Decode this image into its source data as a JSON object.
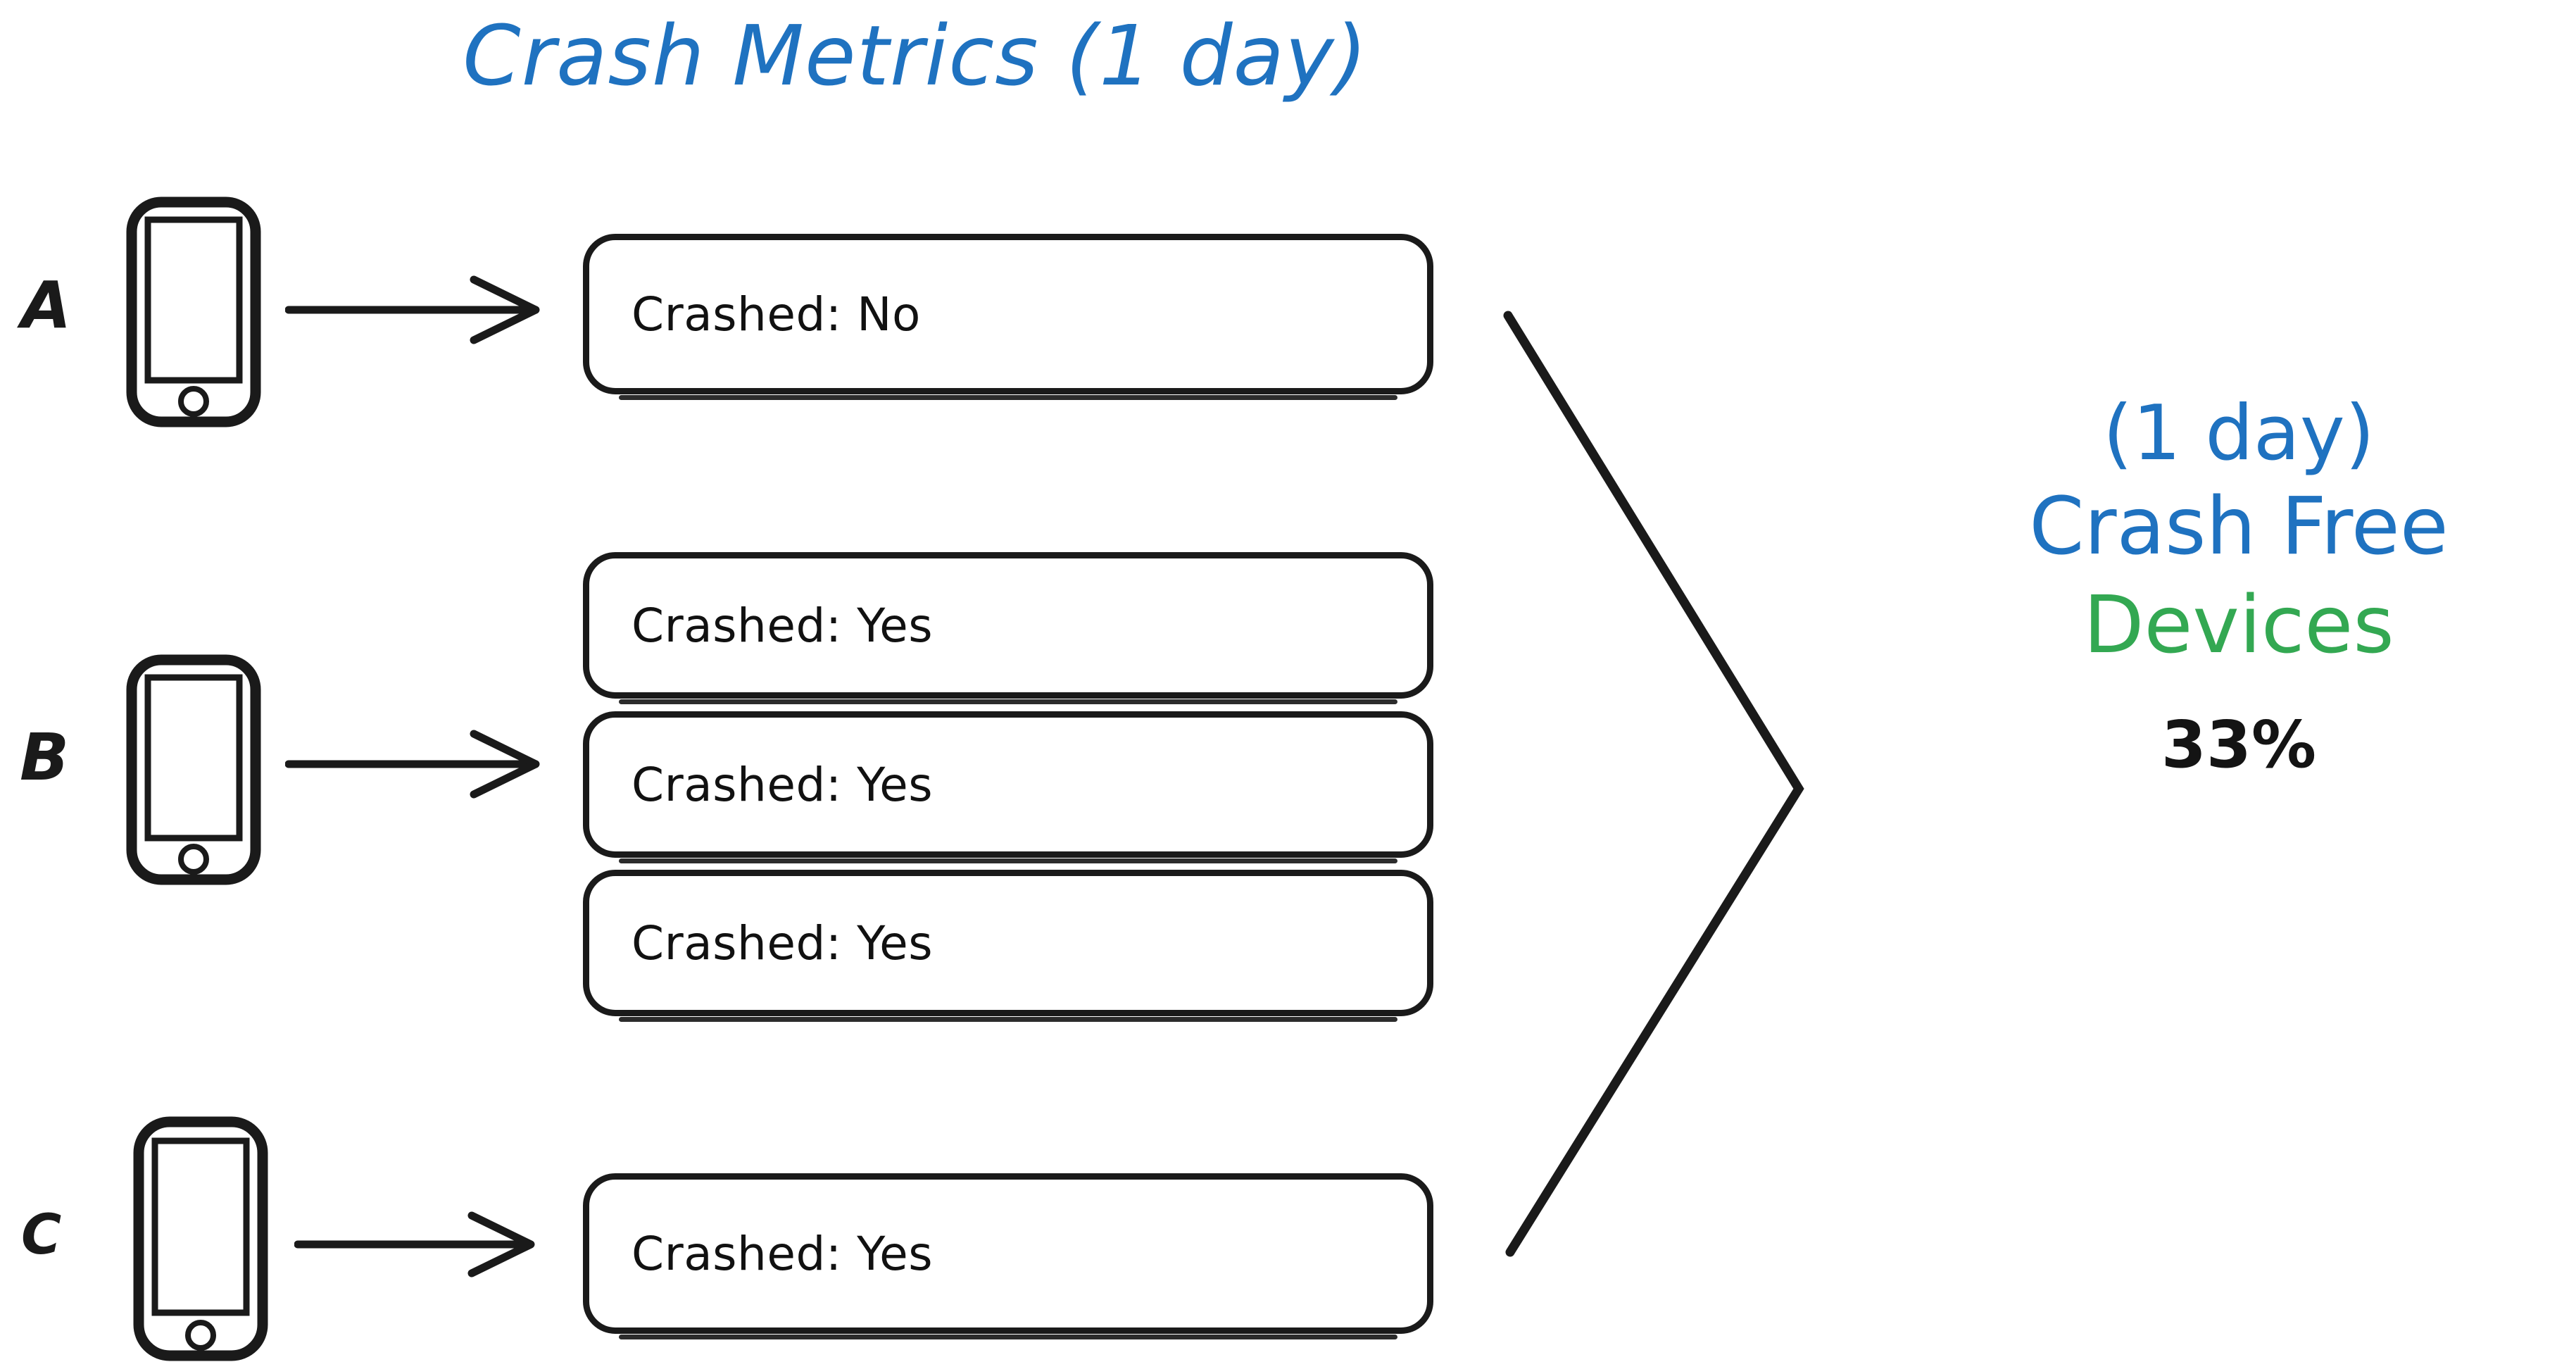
{
  "title": "Crash Metrics (1 day)",
  "theme": {
    "accent_blue": "#1f72c0",
    "accent_green": "#33a852",
    "ink": "#1a1a1a",
    "background": "#ffffff"
  },
  "devices": [
    {
      "label": "A",
      "icon": "phone-icon",
      "arrow": "arrow-right-icon",
      "events": [
        {
          "text": "Crashed: No"
        }
      ]
    },
    {
      "label": "B",
      "icon": "phone-icon",
      "arrow": "arrow-right-icon",
      "events": [
        {
          "text": "Crashed: Yes"
        },
        {
          "text": "Crashed: Yes"
        },
        {
          "text": "Crashed: Yes"
        }
      ]
    },
    {
      "label": "C",
      "icon": "phone-icon",
      "arrow": "arrow-right-icon",
      "events": [
        {
          "text": "Crashed: Yes"
        }
      ]
    }
  ],
  "summary": {
    "period": "(1 day)",
    "metric_line_1": "Crash Free",
    "metric_line_2": "Devices",
    "value": "33%"
  }
}
